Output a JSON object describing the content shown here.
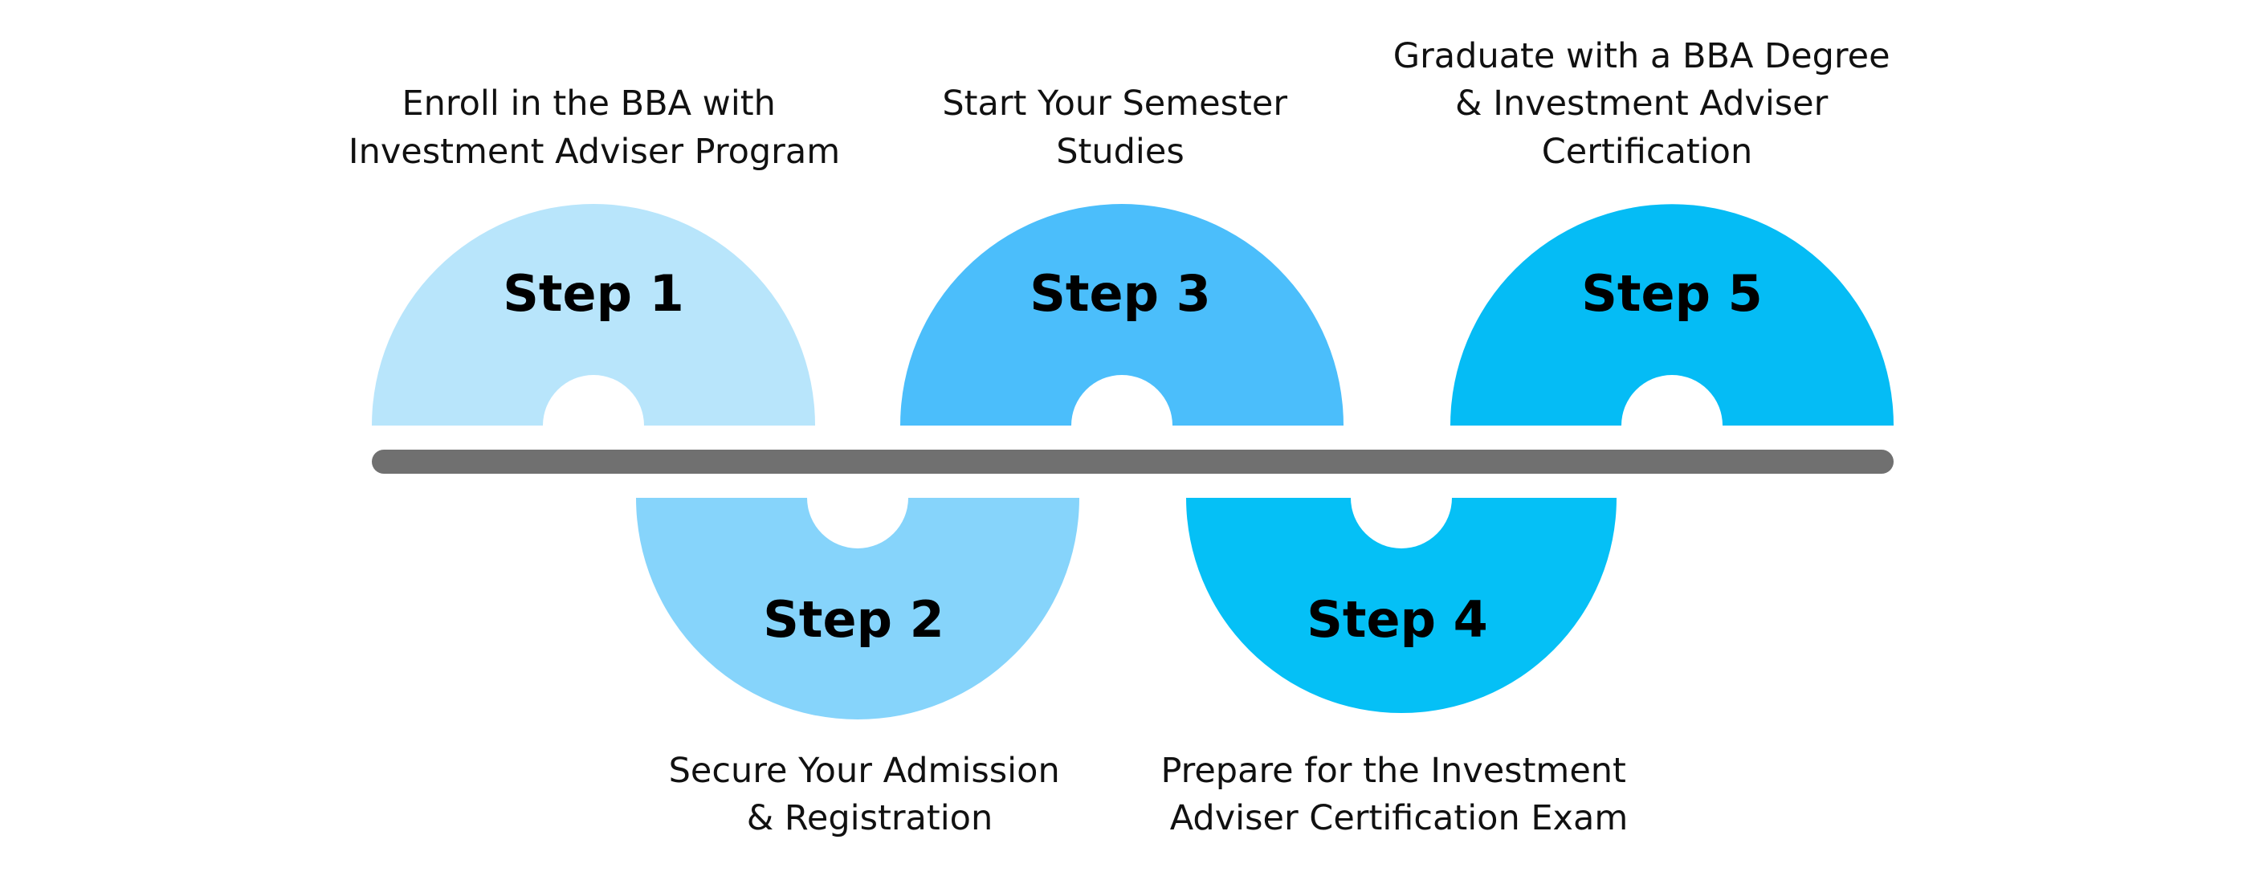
{
  "colors": {
    "background": "#ffffff",
    "timeline": "#707070",
    "hole": "#ffffff",
    "step1": "#b8e5fb",
    "step2": "#86d4fb",
    "step3": "#4bbefb",
    "step4": "#05c0f6",
    "step5": "#05bcf5"
  },
  "steps": [
    {
      "label": "Step 1",
      "description": [
        "Enroll in the BBA with",
        "Investment Adviser Program"
      ],
      "side": "top"
    },
    {
      "label": "Step 2",
      "description": [
        "Secure Your Admission",
        "& Registration"
      ],
      "side": "bottom"
    },
    {
      "label": "Step 3",
      "description": [
        "Start Your Semester",
        "Studies"
      ],
      "side": "top"
    },
    {
      "label": "Step 4",
      "description": [
        "Prepare for the Investment",
        "Adviser Certification Exam"
      ],
      "side": "bottom"
    },
    {
      "label": "Step 5",
      "description": [
        "Graduate with a BBA Degree",
        "& Investment Adviser",
        "Certification"
      ],
      "side": "top"
    }
  ]
}
